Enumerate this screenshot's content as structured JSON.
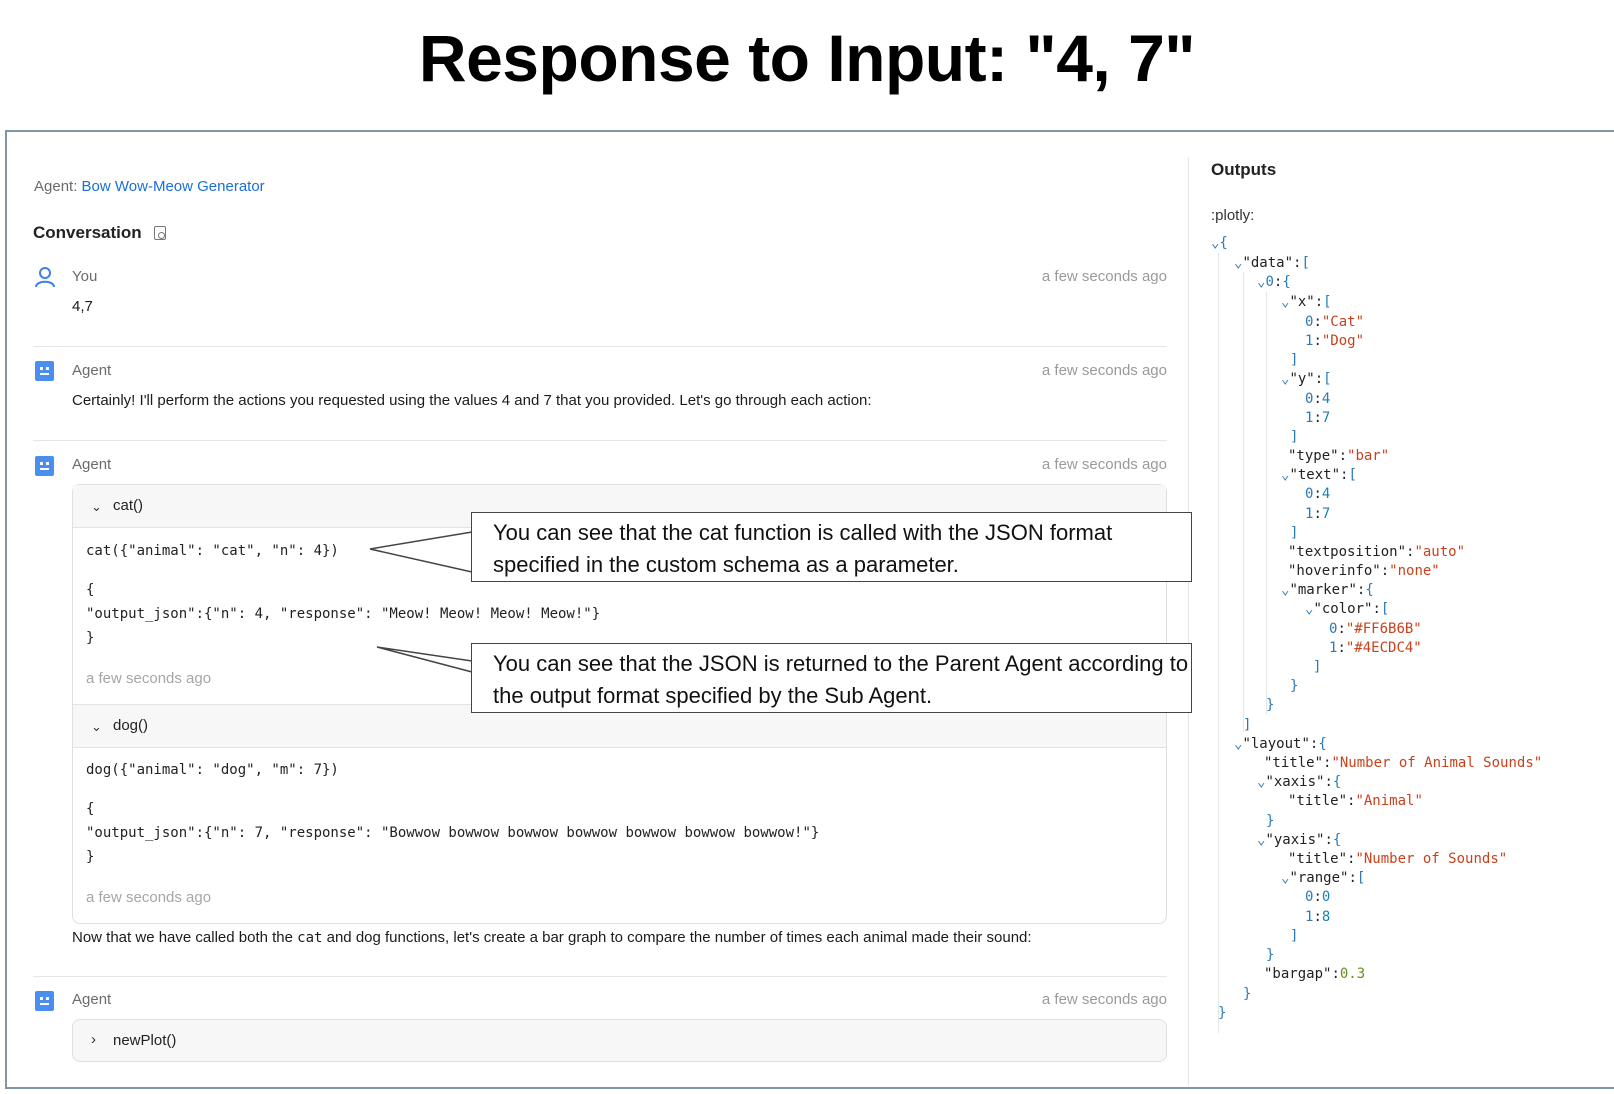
{
  "page_title": "Response to Input: \"4, 7\"",
  "agent_label": "Agent:",
  "agent_name": "Bow Wow-Meow Generator",
  "conversation_title": "Conversation",
  "messages": {
    "user": {
      "name": "You",
      "time": "a few seconds ago",
      "text": "4,7"
    },
    "agent1": {
      "name": "Agent",
      "time": "a few seconds ago",
      "text": "Certainly! I'll perform the actions you requested using the values 4 and 7 that you provided. Let's go through each action:"
    },
    "agent2": {
      "name": "Agent",
      "time": "a few seconds ago",
      "cat": {
        "label": "cat()",
        "call": "cat({\"animal\": \"cat\", \"n\": 4})",
        "out1": "{",
        "out2": "\"output_json\":{\"n\": 4, \"response\": \"Meow! Meow! Meow! Meow!\"}",
        "out3": "}",
        "time": "a few seconds ago"
      },
      "dog": {
        "label": "dog()",
        "call": "dog({\"animal\": \"dog\", \"m\": 7})",
        "out1": "{",
        "out2": "\"output_json\":{\"n\": 7, \"response\": \"Bowwow bowwow bowwow bowwow bowwow bowwow bowwow!\"}",
        "out3": "}",
        "time": "a few seconds ago"
      },
      "summary_before": "Now that we have called both the ",
      "summary_cat": "cat",
      "summary_mid": " and ",
      "summary_dog": "dog",
      "summary_after": " functions, let's create a bar graph to compare the number of times each animal made their sound:"
    },
    "agent3": {
      "name": "Agent",
      "time": "a few seconds ago",
      "tool": "newPlot()"
    }
  },
  "callouts": {
    "first": "You can see that the cat function is called with the JSON format specified in the custom schema as a parameter.",
    "second": "You can see that the JSON is returned to the Parent Agent according to the output format specified by the Sub Agent."
  },
  "outputs": {
    "title": "Outputs",
    "label": ":plotly:",
    "json": {
      "data_key": "\"data\"",
      "idx0": "0",
      "x_key": "\"x\"",
      "x0": "\"Cat\"",
      "x1": "\"Dog\"",
      "y_key": "\"y\"",
      "y0": "4",
      "y1": "7",
      "type_key": "\"type\"",
      "type_val": "\"bar\"",
      "text_key": "\"text\"",
      "t0": "4",
      "t1": "7",
      "textpos_key": "\"textposition\"",
      "textpos_val": "\"auto\"",
      "hover_key": "\"hoverinfo\"",
      "hover_val": "\"none\"",
      "marker_key": "\"marker\"",
      "color_key": "\"color\"",
      "c0": "\"#FF6B6B\"",
      "c1": "\"#4ECDC4\"",
      "layout_key": "\"layout\"",
      "title_key": "\"title\"",
      "title_val": "\"Number of Animal Sounds\"",
      "xaxis_key": "\"xaxis\"",
      "xaxis_title_val": "\"Animal\"",
      "yaxis_key": "\"yaxis\"",
      "yaxis_title_val": "\"Number of Sounds\"",
      "range_key": "\"range\"",
      "r0": "0",
      "r1": "8",
      "bargap_key": "\"bargap\"",
      "bargap_val": "0.3"
    }
  }
}
